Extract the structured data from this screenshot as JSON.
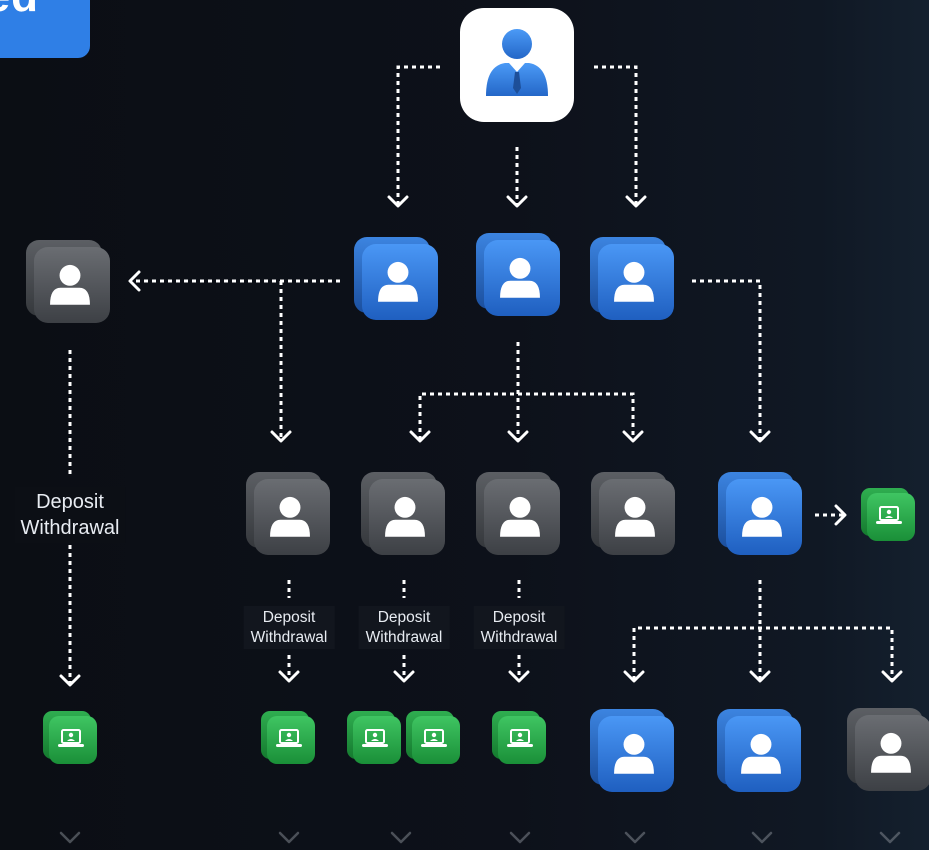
{
  "title": {
    "text": "ted"
  },
  "labels": {
    "main_deposit": "Deposit",
    "main_withdrawal": "Withdrawal",
    "sub": [
      {
        "deposit": "Deposit",
        "withdrawal": "Withdrawal"
      },
      {
        "deposit": "Deposit",
        "withdrawal": "Withdrawal"
      },
      {
        "deposit": "Deposit",
        "withdrawal": "Withdrawal"
      }
    ]
  },
  "colors": {
    "background": "#0b0e14",
    "blue": "#2f7fe6",
    "gray": "#5a5d62",
    "green": "#26b04a",
    "connector": "#ffffff",
    "text": "#e8ecf2"
  },
  "icons": {
    "root": "manager-icon",
    "user": "user-icon",
    "terminal": "laptop-icon"
  }
}
